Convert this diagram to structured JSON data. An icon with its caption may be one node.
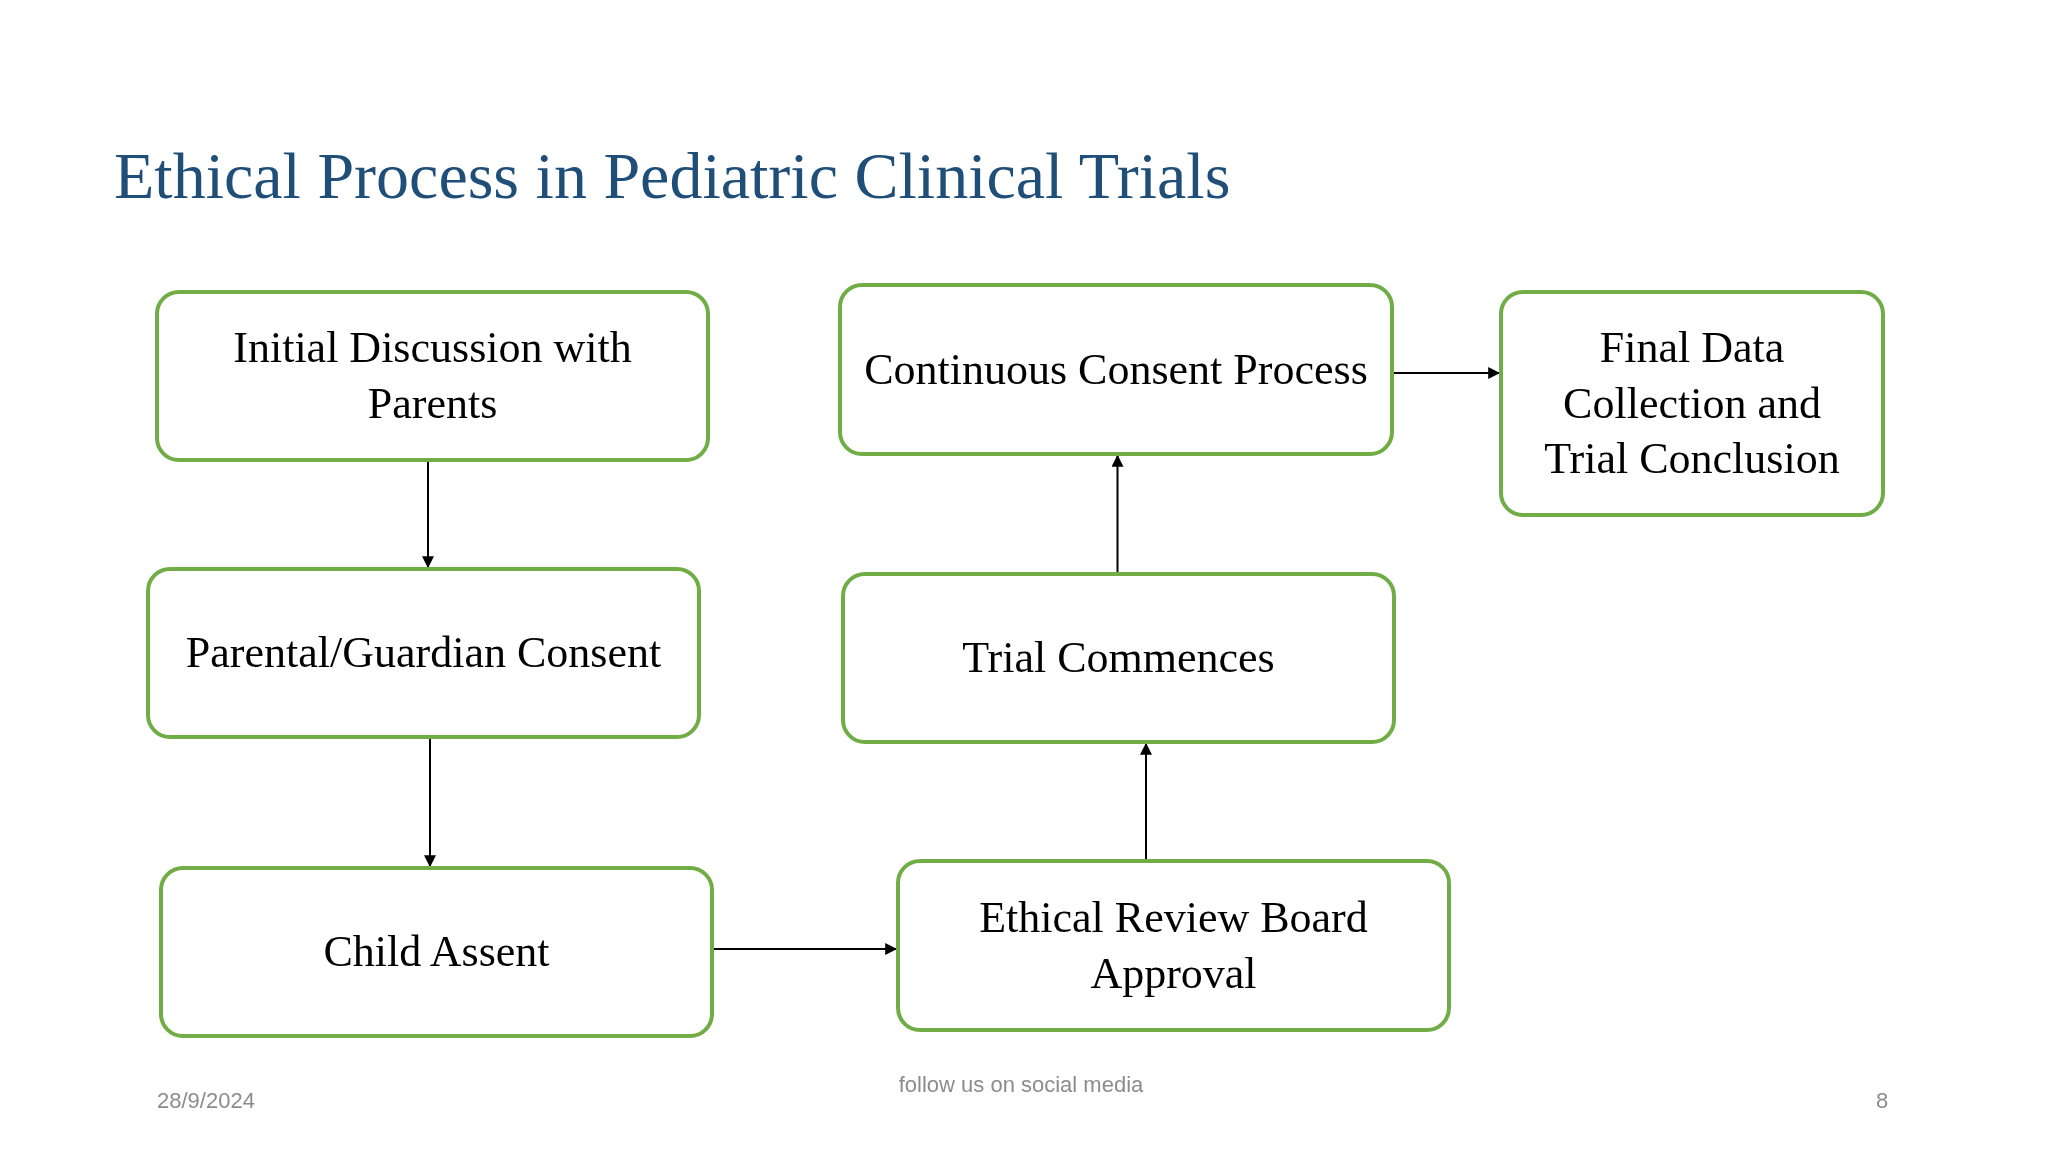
{
  "diagram": {
    "title": "Ethical Process in Pediatric Clinical Trials",
    "nodes": [
      {
        "text": [
          "Initial Discussion with Parents"
        ]
      },
      {
        "text": [
          "Parental/Guardian Consent"
        ]
      },
      {
        "text": [
          "Child Assent"
        ]
      },
      {
        "text": [
          "Ethical Review Board Approval"
        ]
      },
      {
        "text": [
          "Trial Commences"
        ]
      },
      {
        "text": [
          "Continuous Consent Process"
        ]
      },
      {
        "text": [
          "Final Data Collection and Trial Conclusion"
        ]
      }
    ],
    "edges": [
      {
        "from": 0,
        "to": 1,
        "arrow": "to"
      },
      {
        "from": 1,
        "to": 2,
        "arrow": "to"
      },
      {
        "from": 2,
        "to": 3,
        "arrow": "to"
      },
      {
        "from": 3,
        "to": 4,
        "arrow": "to"
      },
      {
        "from": 4,
        "to": 5,
        "arrow": "to"
      },
      {
        "from": 5,
        "to": 6,
        "arrow": "to"
      }
    ],
    "labels": [
      "28/9/2024",
      "follow us on social media",
      "8"
    ]
  }
}
